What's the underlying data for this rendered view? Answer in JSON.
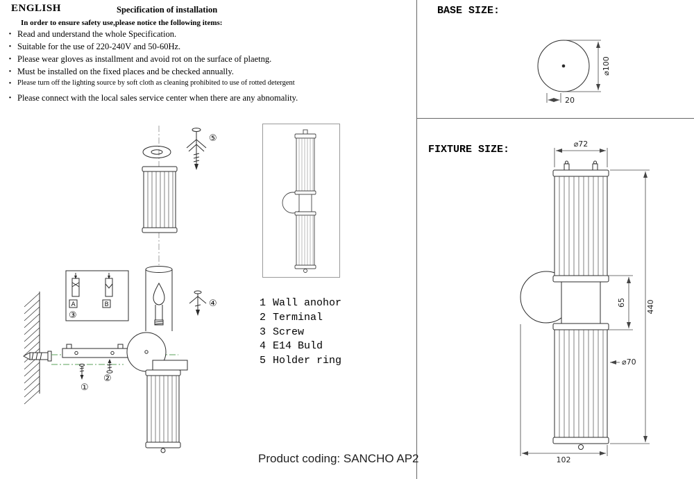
{
  "header": {
    "language": "ENGLISH",
    "title": "Specification of installation"
  },
  "safety": {
    "intro": "In order to ensure safety use,please notice the following items:",
    "items": [
      "Read and understand the whole Specification.",
      "Suitable for the use of 220-240V and 50-60Hz.",
      "Please wear gloves as installment and avoid rot on the surface of plaetng.",
      "Must be installed on the fixed places and be checked annually.",
      "Please turn off the lighting source by soft cloth as cleaning prohibited to use of rotted detergent",
      "Please connect with the local sales service center when there are any abnomality."
    ]
  },
  "base_size": {
    "label": "BASE SIZE:",
    "diameter": "⌀100",
    "depth": "20"
  },
  "fixture_size": {
    "label": "FIXTURE SIZE:",
    "top_diameter": "⌀72",
    "height": "440",
    "holder_height": "65",
    "shade_diameter": "⌀70",
    "depth": "102"
  },
  "parts": {
    "items": [
      {
        "num": "1",
        "label": "Wall anohor"
      },
      {
        "num": "2",
        "label": "Terminal"
      },
      {
        "num": "3",
        "label": "Screw"
      },
      {
        "num": "4",
        "label": "E14 Buld"
      },
      {
        "num": "5",
        "label": "Holder ring"
      }
    ]
  },
  "assembly": {
    "callouts": [
      "①",
      "②",
      "③",
      "④",
      "⑤"
    ],
    "detail_labels": [
      "A",
      "B"
    ]
  },
  "footer": {
    "product_coding": "Product coding: SANCHO AP2"
  }
}
